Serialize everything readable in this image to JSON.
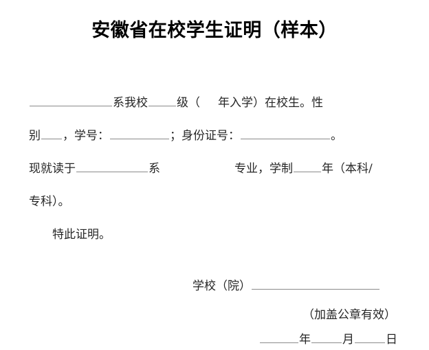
{
  "document": {
    "title": "安徽省在校学生证明（样本）",
    "body": {
      "line1": {
        "after_blank1": "系我校",
        "after_blank2": "级（",
        "after_gap": "年入学）在校生。性"
      },
      "line2": {
        "lead": "别",
        "after_blank1": "，学号：",
        "after_blank2": "；身份证号：",
        "after_blank3": "。"
      },
      "line3": {
        "lead": "现就读于",
        "after_blank1": "系",
        "after_gap": "专业，学制",
        "after_blank2": "年（本科/"
      },
      "line4": "专科）。",
      "line5": "特此证明。"
    },
    "signature": {
      "school_label": "学校（院）",
      "seal_note": "（加盖公章有效）",
      "date_year": "年",
      "date_month": "月",
      "date_day": "日"
    }
  },
  "colors": {
    "text": "#262626",
    "title": "#000000",
    "rule": "#8a8a8a",
    "page_background": "#ffffff"
  }
}
